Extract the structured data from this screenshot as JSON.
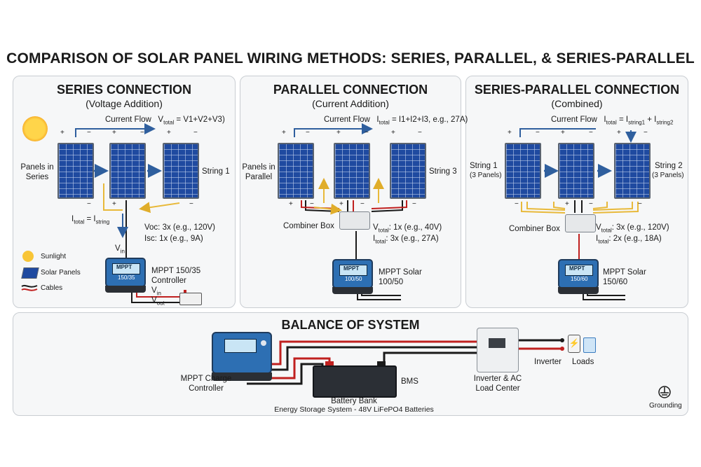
{
  "title": "COMPARISON OF SOLAR PANEL WIRING METHODS: SERIES, PARALLEL, & SERIES-PARALLEL",
  "series": {
    "heading": "SERIES CONNECTION",
    "subheading": "(Voltage Addition)",
    "flow_label": "Current Flow",
    "v_total": "V",
    "v_total_sub": "total",
    "v_total_eq": " = V1+V2+V3)",
    "panels_label": "Panels in Series",
    "string_label": "String 1",
    "i_total": "I",
    "i_total_sub": "total",
    "i_eq": " = I",
    "i_string_sub": "string",
    "voc": "Voc: 3x (e.g., 120V)",
    "isc": "Isc: 1x (e.g., 9A)",
    "vin": "V",
    "vin_sub": "in",
    "controller_screen": "MPPT",
    "controller_model": "150/35",
    "controller_label_1": "MPPT 150/35",
    "controller_label_2": "Controller",
    "vin2": "V",
    "vin2_sub": "in",
    "vout": "V",
    "vout_sub": "out",
    "legend": [
      "Sunlight",
      "Solar Panels",
      "Cables"
    ]
  },
  "parallel": {
    "heading": "PARALLEL CONNECTION",
    "subheading": "(Current Addition)",
    "flow_label": "Current Flow",
    "i_total": "I",
    "i_total_sub": "total",
    "i_total_eq": " = I1+I2+I3, e.g., 27A)",
    "panels_label": "Panels in Parallel",
    "string_label": "String 3",
    "combiner": "Combiner Box",
    "v_line": "V",
    "v_line_sub": "total",
    "v_line_eq": ": 1x (e.g., 40V)",
    "i_line": "I",
    "i_line_sub": "total",
    "i_line_eq": ": 3x (e.g., 27A)",
    "controller_screen": "MPPT",
    "controller_model": "100/50",
    "controller_label": "MPPT Solar 100/50"
  },
  "series_parallel": {
    "heading": "SERIES-PARALLEL CONNECTION",
    "subheading": "(Combined)",
    "flow_label": "Current Flow",
    "i_total": "I",
    "i_total_sub": "total",
    "i_total_eq1": " = I",
    "i_sub1": "string1",
    "i_plus": " + I",
    "i_sub2": "string2",
    "string1": "String 1",
    "string1_note": "(3 Panels)",
    "string2": "String 2",
    "string2_note": "(3 Panels)",
    "combiner": "Combiner Box",
    "v_line": "V",
    "v_line_sub": "total",
    "v_line_eq": ": 3x (e.g., 120V)",
    "i_line": "I",
    "i_line_sub": "total",
    "i_line_eq": ": 2x (e.g., 18A)",
    "controller_screen": "MPPT",
    "controller_model": "150/60",
    "controller_label": "MPPT Solar 150/60"
  },
  "bos": {
    "heading": "BALANCE OF SYSTEM",
    "mppt_label": "MPPT Charge Controller",
    "battery_label": "Battery Bank",
    "battery_sub": "Energy Storage System - 48V LiFePO4 Batteries",
    "bms": "BMS",
    "inverter_label": "Inverter & AC Load Center",
    "inverter": "Inverter",
    "loads": "Loads",
    "grounding": "Grounding"
  },
  "signs": {
    "plus": "+",
    "minus": "−"
  },
  "colors": {
    "panel_blue": "#1f4aa0",
    "wire_red": "#c0201f",
    "wire_black": "#222222",
    "wire_yellow": "#e8b93a",
    "arrow_blue": "#2f5f9e"
  }
}
